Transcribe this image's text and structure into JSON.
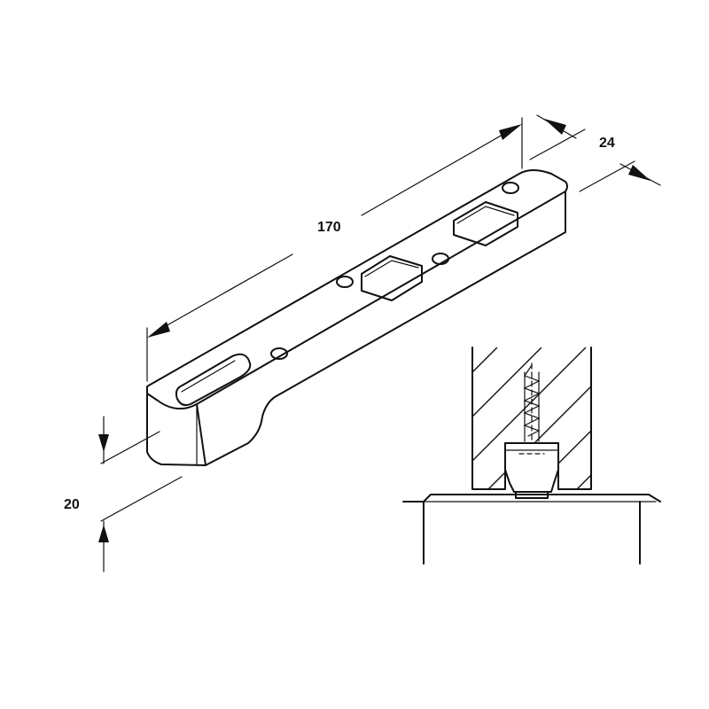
{
  "dimensions": {
    "length": "170",
    "width": "24",
    "height": "20"
  },
  "colors": {
    "line": "#111111",
    "background": "#ffffff"
  }
}
